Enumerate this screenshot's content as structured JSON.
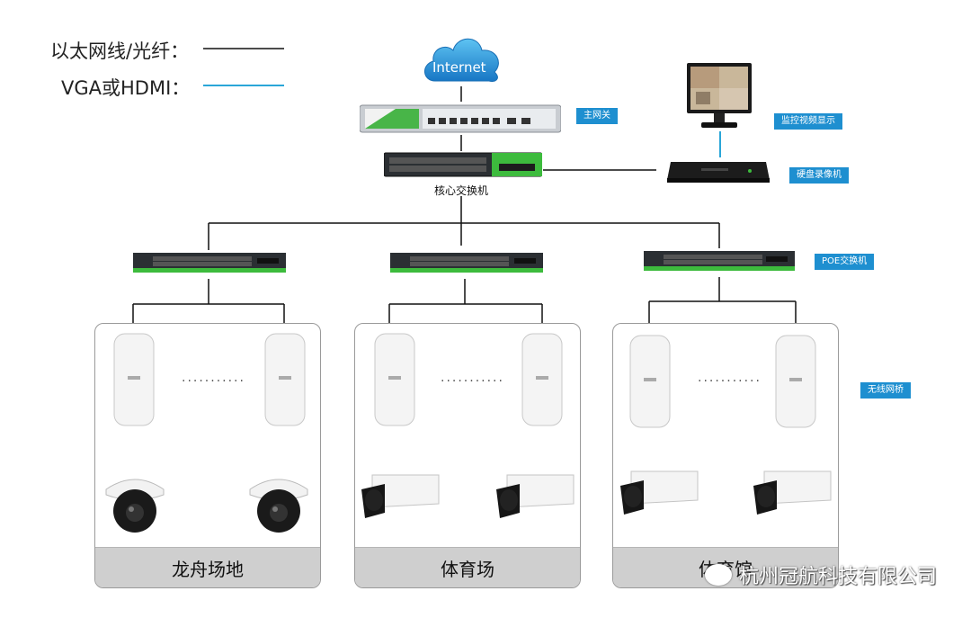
{
  "legend": {
    "ethernet_label": "以太网线/光纤：",
    "vga_label": "VGA或HDMI："
  },
  "cloud": {
    "label": "Internet"
  },
  "tags": {
    "main_gateway": "主网关",
    "monitor": "监控视频显示",
    "nvr": "硬盘录像机",
    "poe_switch": "POE交换机",
    "wireless_bridge": "无线网桥"
  },
  "core_switch_caption": "核心交换机",
  "sites": [
    {
      "name": "龙舟场地",
      "camera": "dome"
    },
    {
      "name": "体育场",
      "camera": "bullet"
    },
    {
      "name": "体育馆",
      "camera": "bullet"
    }
  ],
  "dots_text": "...........",
  "watermark": "杭州冠航科技有限公司",
  "colors": {
    "ethernet": "#111111",
    "vga": "#2aa6d8",
    "tag": "#1e8fd0",
    "switch_green": "#3dbb3d"
  }
}
